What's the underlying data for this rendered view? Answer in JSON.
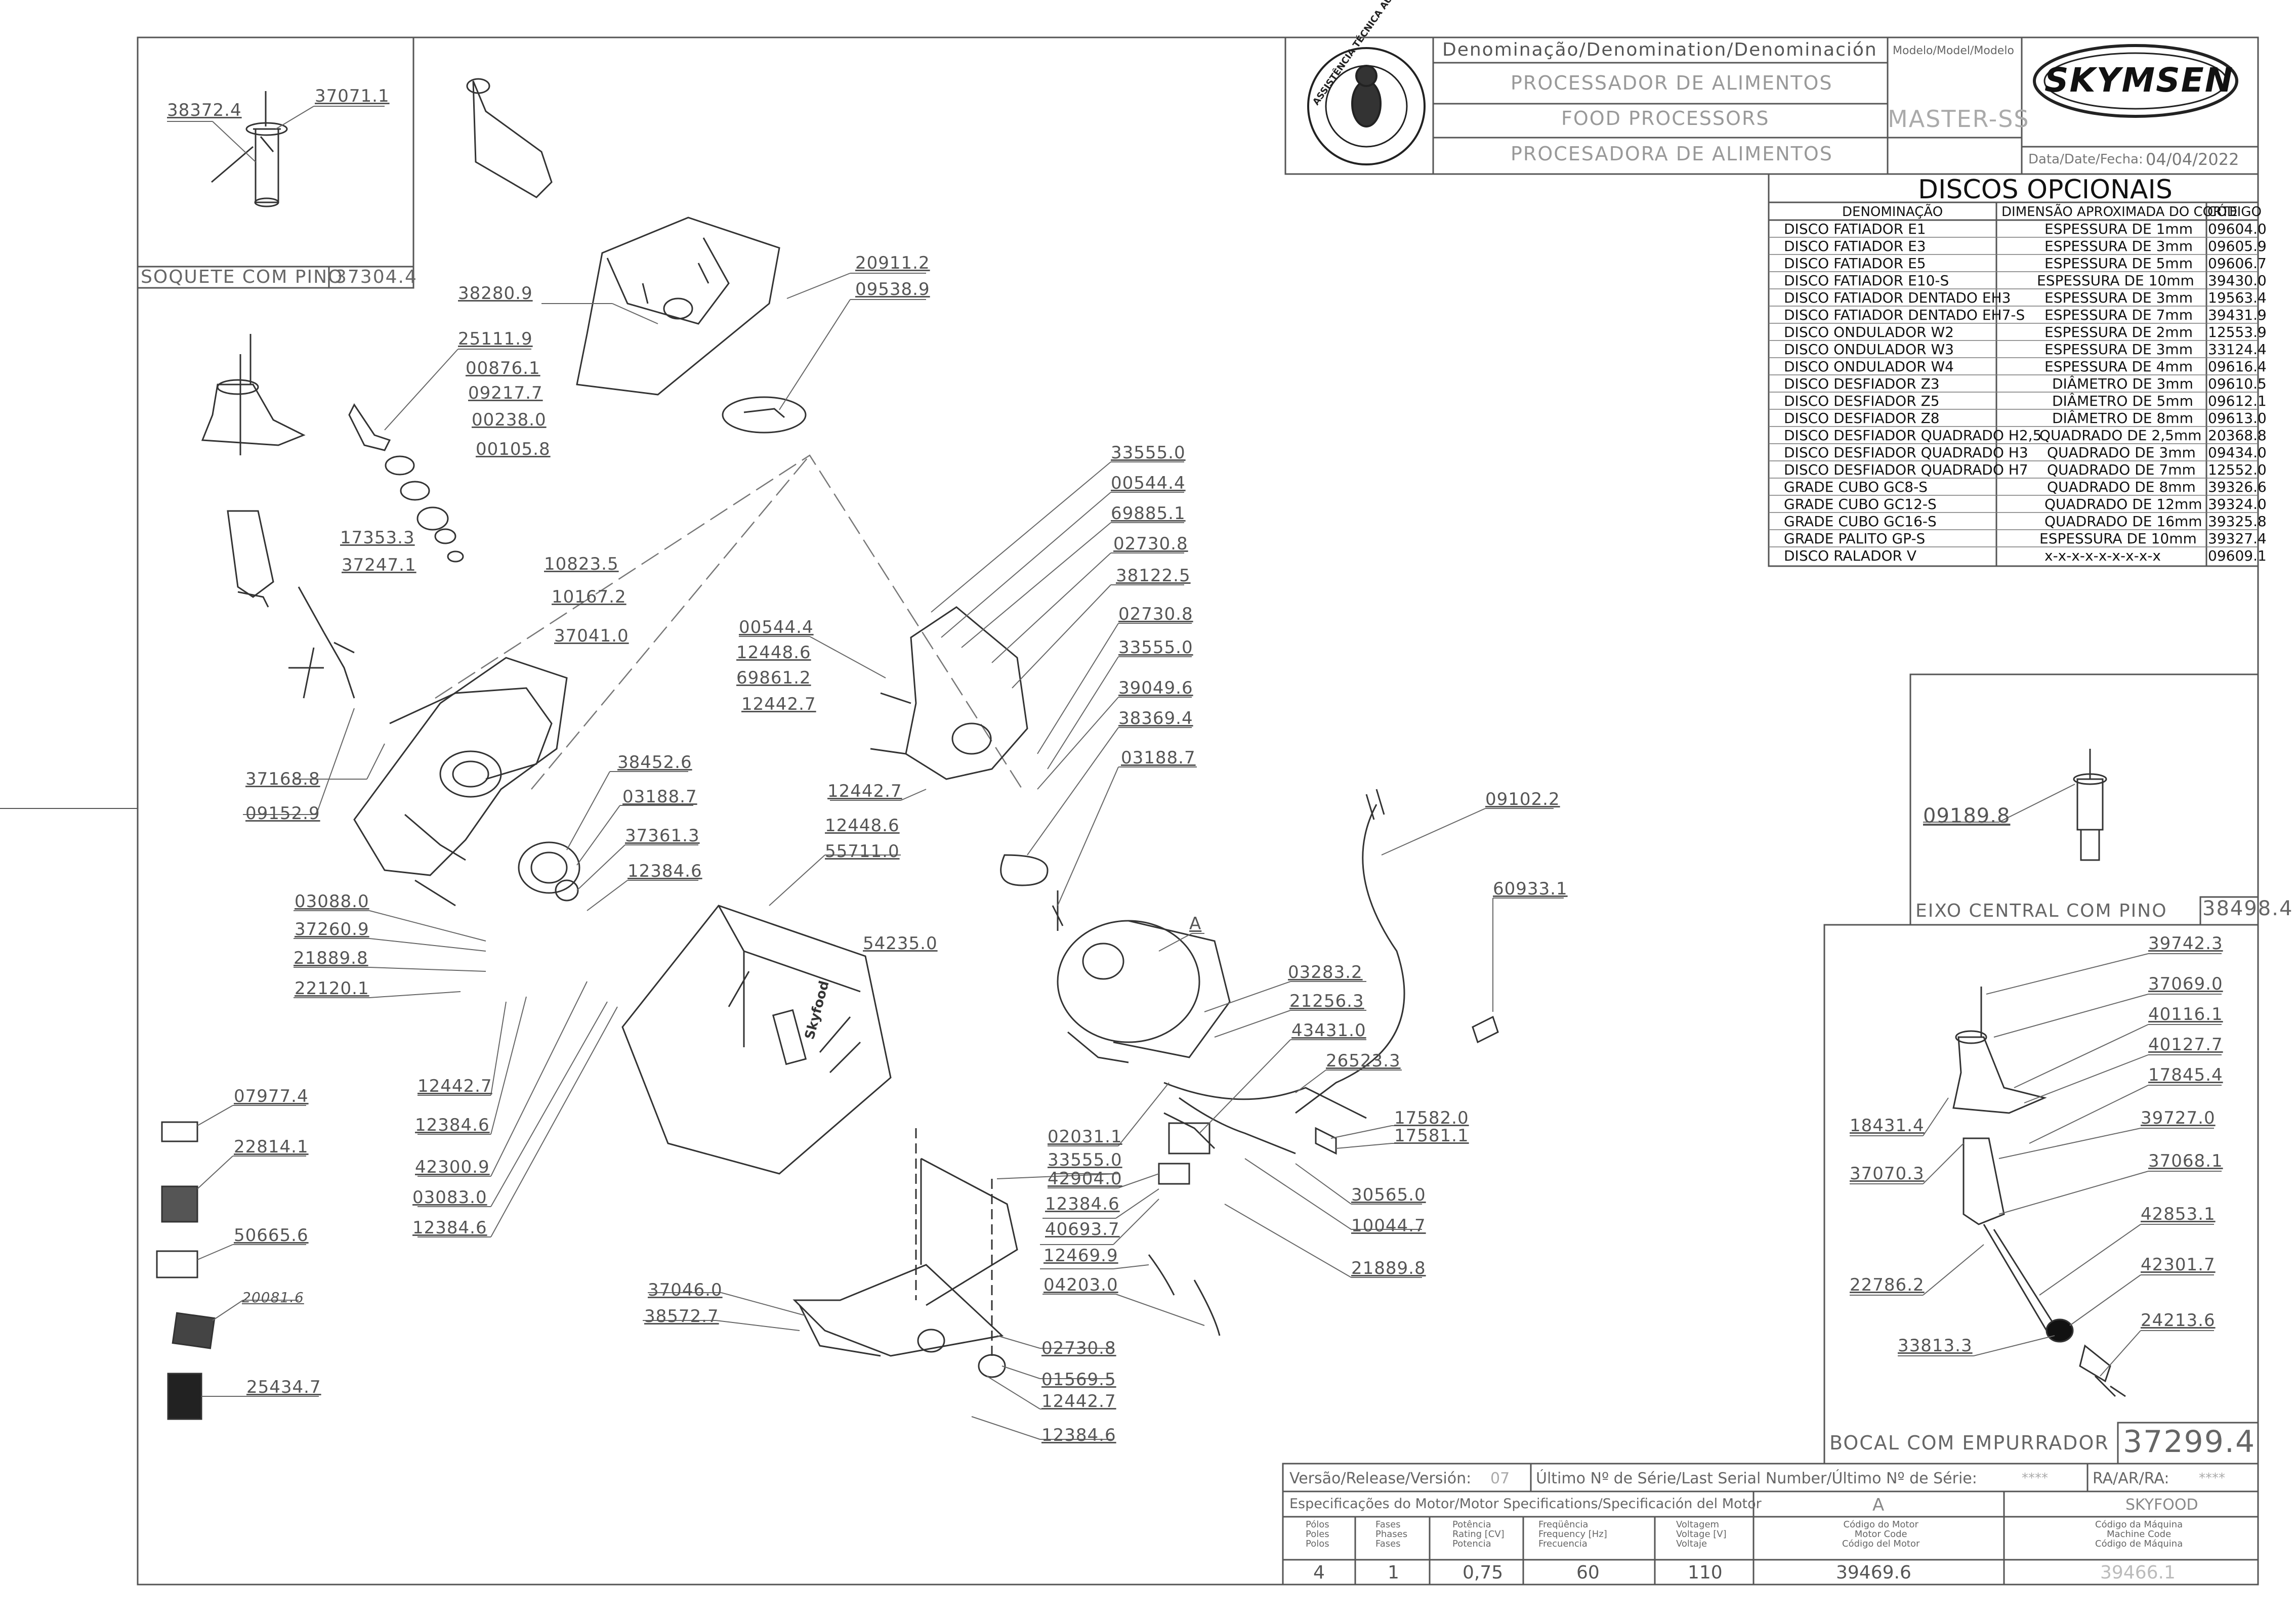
{
  "title_block": {
    "denomination_header": "Denominação/Denomination/Denominación",
    "model_header": "Modelo/Model/Modelo",
    "name_pt": "PROCESSADOR DE ALIMENTOS",
    "name_en": "FOOD PROCESSORS",
    "name_es": "PROCESADORA DE ALIMENTOS",
    "model": "MASTER-SS",
    "brand": "SKYMSEN",
    "date_label": "Data/Date/Fecha:",
    "date": "04/04/2022",
    "seal_text": "ASSISTÊNCIA TÉCNICA AUTORIZADA"
  },
  "optional_discs": {
    "title": "DISCOS OPCIONAIS",
    "headers": [
      "DENOMINAÇÃO",
      "DIMENSÃO APROXIMADA DO CORTE",
      "CÓDIGO"
    ],
    "rows": [
      [
        "DISCO FATIADOR E1",
        "ESPESSURA DE 1mm",
        "09604.0"
      ],
      [
        "DISCO FATIADOR E3",
        "ESPESSURA DE 3mm",
        "09605.9"
      ],
      [
        "DISCO FATIADOR E5",
        "ESPESSURA DE 5mm",
        "09606.7"
      ],
      [
        "DISCO FATIADOR E10-S",
        "ESPESSURA DE 10mm",
        "39430.0"
      ],
      [
        "DISCO FATIADOR DENTADO EH3",
        "ESPESSURA DE 3mm",
        "19563.4"
      ],
      [
        "DISCO FATIADOR DENTADO EH7-S",
        "ESPESSURA DE 7mm",
        "39431.9"
      ],
      [
        "DISCO ONDULADOR W2",
        "ESPESSURA DE 2mm",
        "12553.9"
      ],
      [
        "DISCO ONDULADOR W3",
        "ESPESSURA DE 3mm",
        "33124.4"
      ],
      [
        "DISCO ONDULADOR W4",
        "ESPESSURA DE 4mm",
        "09616.4"
      ],
      [
        "DISCO DESFIADOR Z3",
        "DIÂMETRO DE 3mm",
        "09610.5"
      ],
      [
        "DISCO DESFIADOR Z5",
        "DIÂMETRO DE 5mm",
        "09612.1"
      ],
      [
        "DISCO DESFIADOR Z8",
        "DIÂMETRO DE 8mm",
        "09613.0"
      ],
      [
        "DISCO DESFIADOR QUADRADO H2,5",
        "QUADRADO DE 2,5mm",
        "20368.8"
      ],
      [
        "DISCO DESFIADOR QUADRADO H3",
        "QUADRADO DE 3mm",
        "09434.0"
      ],
      [
        "DISCO DESFIADOR QUADRADO H7",
        "QUADRADO DE 7mm",
        "12552.0"
      ],
      [
        "GRADE CUBO GC8-S",
        "QUADRADO DE 8mm",
        "39326.6"
      ],
      [
        "GRADE CUBO GC12-S",
        "QUADRADO DE 12mm",
        "39324.0"
      ],
      [
        "GRADE CUBO GC16-S",
        "QUADRADO DE 16mm",
        "39325.8"
      ],
      [
        "GRADE PALITO GP-S",
        "ESPESSURA DE 10mm",
        "39327.4"
      ],
      [
        "DISCO RALADOR V",
        "x-x-x-x-x-x-x-x-x",
        "09609.1"
      ]
    ]
  },
  "subassemblies": {
    "socket": {
      "title": "SOQUETE COM PINO",
      "code": "37304.4",
      "labels": [
        "38372.4",
        "37071.1"
      ]
    },
    "shaft": {
      "title": "EIXO CENTRAL COM PINO",
      "code": "38498.4",
      "labels": [
        "09189.8"
      ]
    },
    "nozzle": {
      "title": "BOCAL COM EMPURRADOR",
      "code": "37299.4",
      "labels": [
        "39742.3",
        "37069.0",
        "40116.1",
        "40127.7",
        "17845.4",
        "18431.4",
        "39727.0",
        "37070.3",
        "37068.1",
        "42853.1",
        "22786.2",
        "42301.7",
        "24213.6",
        "33813.3"
      ]
    }
  },
  "part_labels": {
    "p20911": "20911.2",
    "p09538": "09538.9",
    "p38280": "38280.9",
    "p25111": "25111.9",
    "p00876": "00876.1",
    "p09217": "09217.7",
    "p00238": "00238.0",
    "p00105": "00105.8",
    "p17353": "17353.3",
    "p37247": "37247.1",
    "p10823": "10823.5",
    "p10167": "10167.2",
    "p37041": "37041.0",
    "p37168": "37168.8",
    "p09152": "09152.9",
    "p33555a": "33555.0",
    "p00544a": "00544.4",
    "p69885": "69885.1",
    "p02730a": "02730.8",
    "p38122": "38122.5",
    "p02730b": "02730.8",
    "p33555b": "33555.0",
    "p39049": "39049.6",
    "p38369": "38369.4",
    "p03188a": "03188.7",
    "p00544b": "00544.4",
    "p12448a": "12448.6",
    "p69861": "69861.2",
    "p12442a": "12442.7",
    "p12442b": "12442.7",
    "p12448b": "12448.6",
    "p55711": "55711.0",
    "p38452": "38452.6",
    "p03188b": "03188.7",
    "p37361": "37361.3",
    "p12384a": "12384.6",
    "p03088": "03088.0",
    "p37260": "37260.9",
    "p21889a": "21889.8",
    "p22120": "22120.1",
    "p12442c": "12442.7",
    "p12384b": "12384.6",
    "p42300": "42300.9",
    "p03083": "03083.0",
    "p12384c": "12384.6",
    "p07977": "07977.4",
    "p22814": "22814.1",
    "p50665": "50665.6",
    "p20081": "20081.6",
    "p25434": "25434.7",
    "p54235": "54235.0",
    "p09102": "09102.2",
    "p60933": "60933.1",
    "motor_a": "A",
    "p03283": "03283.2",
    "p21256": "21256.3",
    "p43431": "43431.0",
    "p26523": "26523.3",
    "p17582": "17582.0",
    "p17581": "17581.1",
    "p30565": "30565.0",
    "p10044": "10044.7",
    "p21889b": "21889.8",
    "p02031": "02031.1",
    "p33555c": "33555.0",
    "p42904": "42904.0",
    "p12384d": "12384.6",
    "p40693": "40693.7",
    "p12469": "12469.9",
    "p04203": "04203.0",
    "p37046": "37046.0",
    "p38572": "38572.7",
    "p02730c": "02730.8",
    "p01569": "01569.5",
    "p12442d": "12442.7",
    "p12384e": "12384.6",
    "brand_plate": "Skyfood"
  },
  "release_row": {
    "version_label": "Versão/Release/Versión:",
    "version": "07",
    "serial_label": "Último Nº de Série/Last Serial Number/Último Nº de Série:",
    "serial": "****",
    "ra_label": "RA/AR/RA:",
    "ra": "****"
  },
  "motor_specs": {
    "label": "Especificações do Motor/Motor Specifications/Specificación del Motor",
    "motor_id": "A",
    "machine": "SKYFOOD",
    "headers": [
      [
        "Pólos",
        "Poles",
        "Polos"
      ],
      [
        "Fases",
        "Phases",
        "Fases"
      ],
      [
        "Potência",
        "Rating [CV]",
        "Potencia"
      ],
      [
        "Freqüência",
        "Frequency [Hz]",
        "Frecuencia"
      ],
      [
        "Voltagem",
        "Voltage [V]",
        "Voltaje"
      ],
      [
        "Código do Motor",
        "Motor Code",
        "Código del Motor"
      ],
      [
        "Código da Máquina",
        "Machine Code",
        "Código de Máquina"
      ]
    ],
    "values": [
      "4",
      "1",
      "0,75",
      "60",
      "110",
      "39469.6",
      "39466.1"
    ]
  },
  "colors": {
    "line": "#444444",
    "text": "#555555",
    "dash": "#777777"
  }
}
